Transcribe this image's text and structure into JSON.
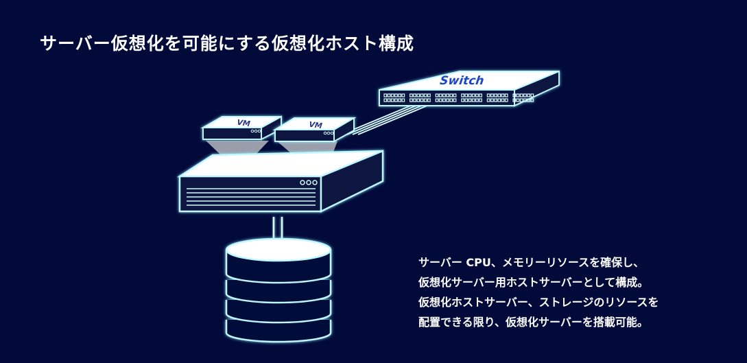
{
  "title": "サーバー仮想化を可能にする仮想化ホスト構成",
  "diagram": {
    "switch_label": "Switch",
    "vm_labels": [
      "VM",
      "VM"
    ]
  },
  "description": [
    "サーバー CPU、メモリーリソースを確保し、",
    "仮想化サーバー用ホストサーバーとして構成。",
    "仮想化ホストサーバー、ストレージのリソースを",
    "配置できる限り、仮想化サーバーを搭載可能。"
  ],
  "colors": {
    "background": "#020a3a",
    "glow_outline": "#bff6ff",
    "device_face": "#ffffff",
    "port_dark": "#0a1340",
    "switch_label": "#1b46c4",
    "vm_label": "#2a3a8a",
    "vm_connector": "#9a9daa"
  }
}
